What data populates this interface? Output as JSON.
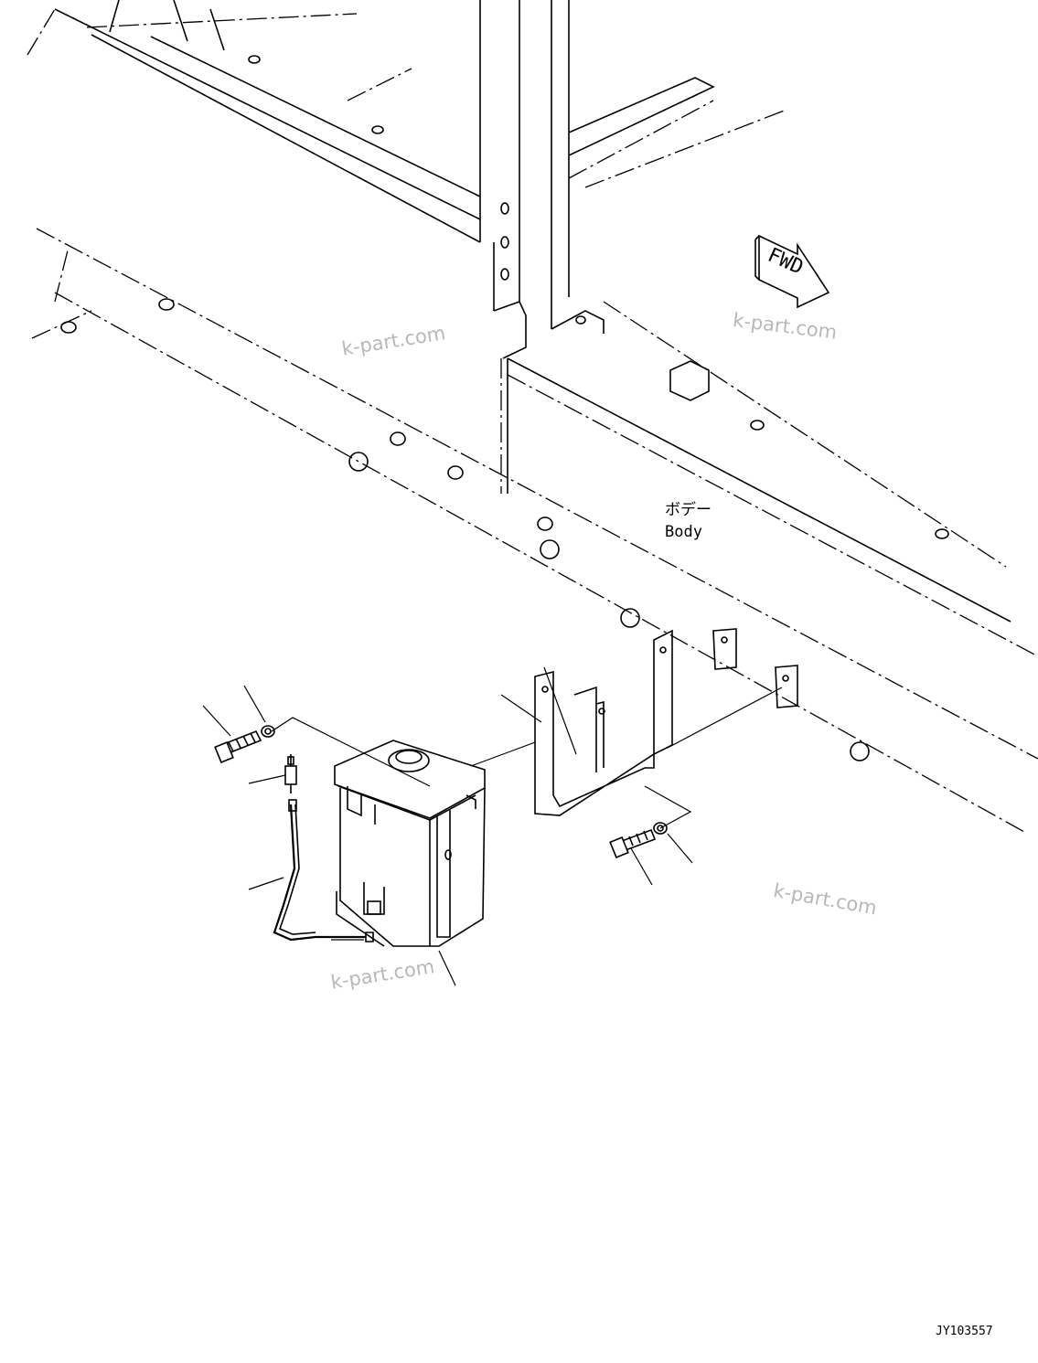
{
  "labels": {
    "body_jp": "ボデー",
    "body_en": "Body",
    "fwd": "FWD",
    "drawing_code": "JY103557"
  },
  "watermarks": [
    "k-part.com",
    "k-part.com",
    "k-part.com",
    "k-part.com"
  ]
}
